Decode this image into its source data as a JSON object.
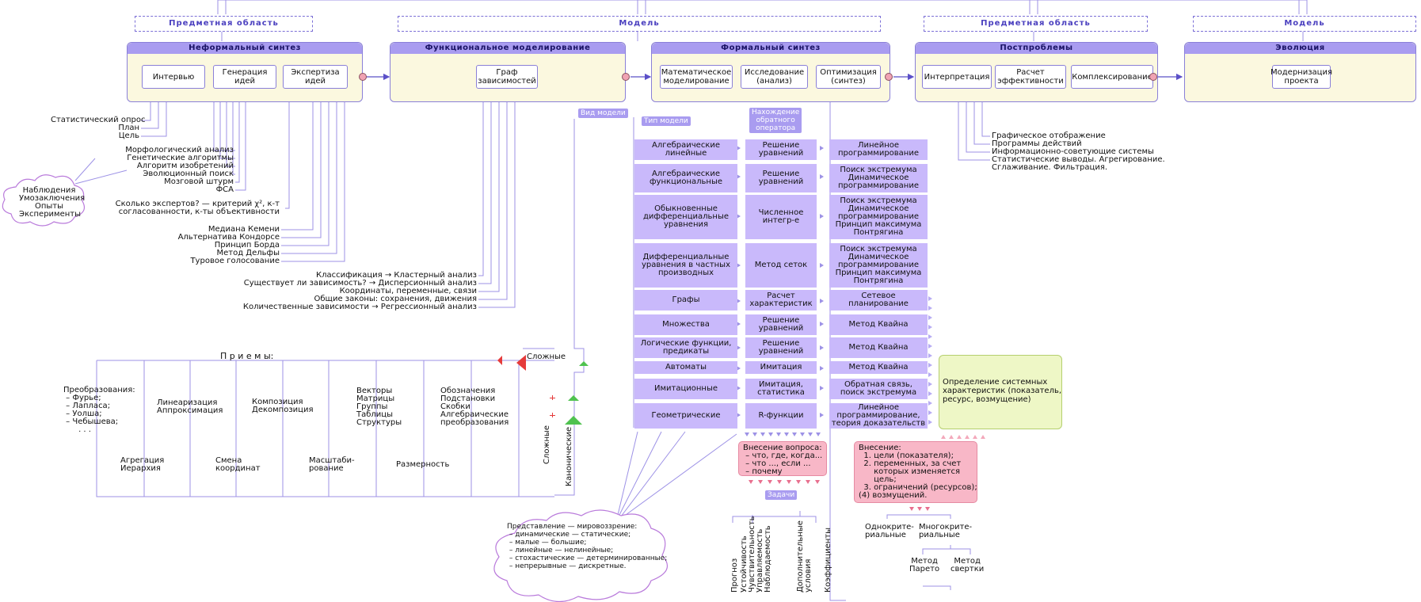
{
  "top": {
    "domain1": "Предметная область",
    "model1": "Модель",
    "domain2": "Предметная область",
    "model2": "Модель"
  },
  "panels": {
    "informal": {
      "title": "Неформальный синтез",
      "items": [
        "Интервью",
        "Генерация\nидей",
        "Экспертиза\nидей"
      ]
    },
    "functional": {
      "title": "Функциональное моделирование",
      "items": [
        "Граф\nзависимостей"
      ]
    },
    "formal": {
      "title": "Формальный синтез",
      "items": [
        "Математическое\nмоделирование",
        "Исследование\n(анализ)",
        "Оптимизация\n(синтез)"
      ]
    },
    "post": {
      "title": "Постпроблемы",
      "items": [
        "Интерпретация",
        "Расчет\nэффективности",
        "Комплексирование"
      ]
    },
    "evolution": {
      "title": "Эволюция",
      "items": [
        "Модернизация\nпроекта"
      ]
    }
  },
  "tags": {
    "model_view": "Вид модели",
    "model_type": "Тип модели",
    "inverse": "Нахождение\nобратного\nоператора",
    "tasks": "Задачи"
  },
  "interview_labels": [
    "Статистический опрос",
    "План",
    "Цель"
  ],
  "generation_labels": [
    "Морфологический анализ",
    "Генетические алгоритмы",
    "Алгоритм изобретений",
    "Эволюционный поиск",
    "Мозговой штурм",
    "ФСА"
  ],
  "expert_question": "Сколько экспертов? — критерий χ², к-т\nсогласованности, к-ты объективности",
  "expert_labels": [
    "Медиана Кемени",
    "Альтернатива Кондорсе",
    "Принцип Борда",
    "Метод Дельфы",
    "Туровое голосование"
  ],
  "graph_labels": [
    "Классификация → Кластерный анализ",
    "Существует ли зависимость? → Дисперсионный анализ",
    "Координаты, переменные, связи",
    "Общие законы: сохранения, движения",
    "Количественные зависимости → Регрессионный анализ"
  ],
  "cloud_left": "Наблюдения\nУмозаключения\nОпыты\nЭксперименты",
  "cloud_bottom": "Представление — мировоззрение:\n – динамические — статические;\n – малые — большие;\n – линейные — нелинейные;\n – стохастические — детерминированные;\n – непрерывные — дискретные.",
  "methods": {
    "title": "П р и е м ы:",
    "top": [
      "Преобразования:\n – Фурье;\n – Лапласа;\n – Уолша;\n – Чебышева;\n      . . .",
      "Линеаризация\nАппроксимация",
      "Композиция\nДекомпозиция",
      "Векторы\nМатрицы\nГруппы\nТаблицы\nСтруктуры",
      "Обозначения\nПодстановки\nСкобки\nАлгебраические\nпреобразования"
    ],
    "bottom": [
      "Агрегация\nИерархия",
      "Смена\nкоординат",
      "Масштаби-\nрование",
      "Размерность"
    ],
    "complex_h": "Сложные",
    "complex_v": "Сложные",
    "canonical_v": "Канонические"
  },
  "table": [
    {
      "type": "Алгебраические\nлинейные",
      "method": "Решение\nуравнений",
      "opt": "Линейное\nпрограммирование"
    },
    {
      "type": "Алгебраические\nфункциональные",
      "method": "Решение\nуравнений",
      "opt": "Поиск экстремума\nДинамическое\nпрограммирование"
    },
    {
      "type": "Обыкновенные\nдифференциальные\nуравнения",
      "method": "Численное\nинтегр-е",
      "opt": "Поиск экстремума\nДинамическое\nпрограммирование\nПринцип максимума\nПонтрягина"
    },
    {
      "type": "Дифференциальные\nуравнения в частных\nпроизводных",
      "method": "Метод сеток",
      "opt": "Поиск экстремума\nДинамическое\nпрограммирование\nПринцип максимума\nПонтрягина"
    },
    {
      "type": "Графы",
      "method": "Расчет\nхарактеристик",
      "opt": "Сетевое\nпланирование"
    },
    {
      "type": "Множества",
      "method": "Решение\nуравнений",
      "opt": "Метод Квайна"
    },
    {
      "type": "Логические функции,\nпредикаты",
      "method": "Решение\nуравнений",
      "opt": "Метод Квайна"
    },
    {
      "type": "Автоматы",
      "method": "Имитация",
      "opt": "Метод Квайна"
    },
    {
      "type": "Имитационные",
      "method": "Имитация,\nстатистика",
      "opt": "Обратная связь,\nпоиск экстремума"
    },
    {
      "type": "Геометрические",
      "method": "R-функции",
      "opt": "Линейное\nпрограммирование,\nтеория доказательств"
    }
  ],
  "question_box": "Внесение вопроса:\n – что, где, когда...\n – что ..., если ...\n – почему",
  "task_labels": [
    "Прогноз",
    "Устойчивость",
    "Чувствительность",
    "Управляемость",
    "Наблюдаемость",
    "Дополнительные\nусловия",
    "Коэффициенты"
  ],
  "introduce_box": "Внесение:\n  1. цели (показателя);\n  2. переменных, за счет\n      которых изменяется\n      цель;\n  3. ограничений (ресурсов);\n(4) возмущений.",
  "criteria": [
    "Однокрите-\nриальные",
    "Многокрите-\nриальные"
  ],
  "pareto": [
    "Метод\nПарето",
    "Метод\nсвертки"
  ],
  "system_box": "Определение системных\nхарактеристик (показатель,\nресурс, возмущение)",
  "post_labels": [
    "Графическое отображение",
    "Программы действий",
    "Информационно-советующие системы",
    "Статистические выводы. Агрегирование.",
    "Сглаживание. Фильтрация."
  ]
}
